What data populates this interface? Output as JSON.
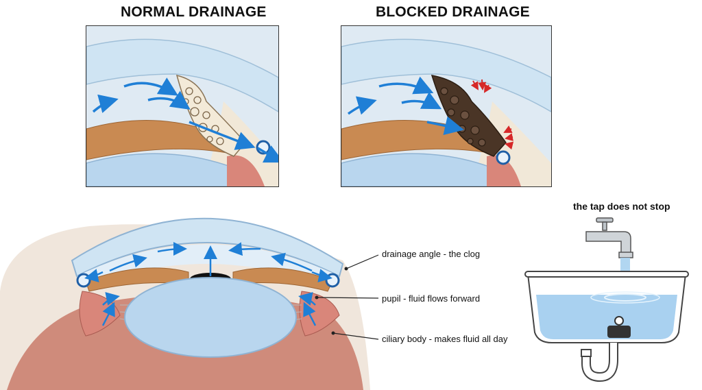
{
  "titles": {
    "normal": "NORMAL DRAINAGE",
    "blocked": "BLOCKED DRAINAGE"
  },
  "callouts": {
    "drainage_angle": "drainage angle - the clog",
    "pupil": "pupil - fluid flows forward",
    "ciliary_body": "ciliary body - makes fluid all day"
  },
  "tap": {
    "title": "the tap does not stop"
  },
  "colors": {
    "flow_arrow": "#1f7fd6",
    "iris": "#c98a52",
    "cornea": "#cfe4f3",
    "lens": "#b9d6ee",
    "ciliary": "#d9867a",
    "water": "#a9d1f0",
    "pressure": "#d62828"
  }
}
